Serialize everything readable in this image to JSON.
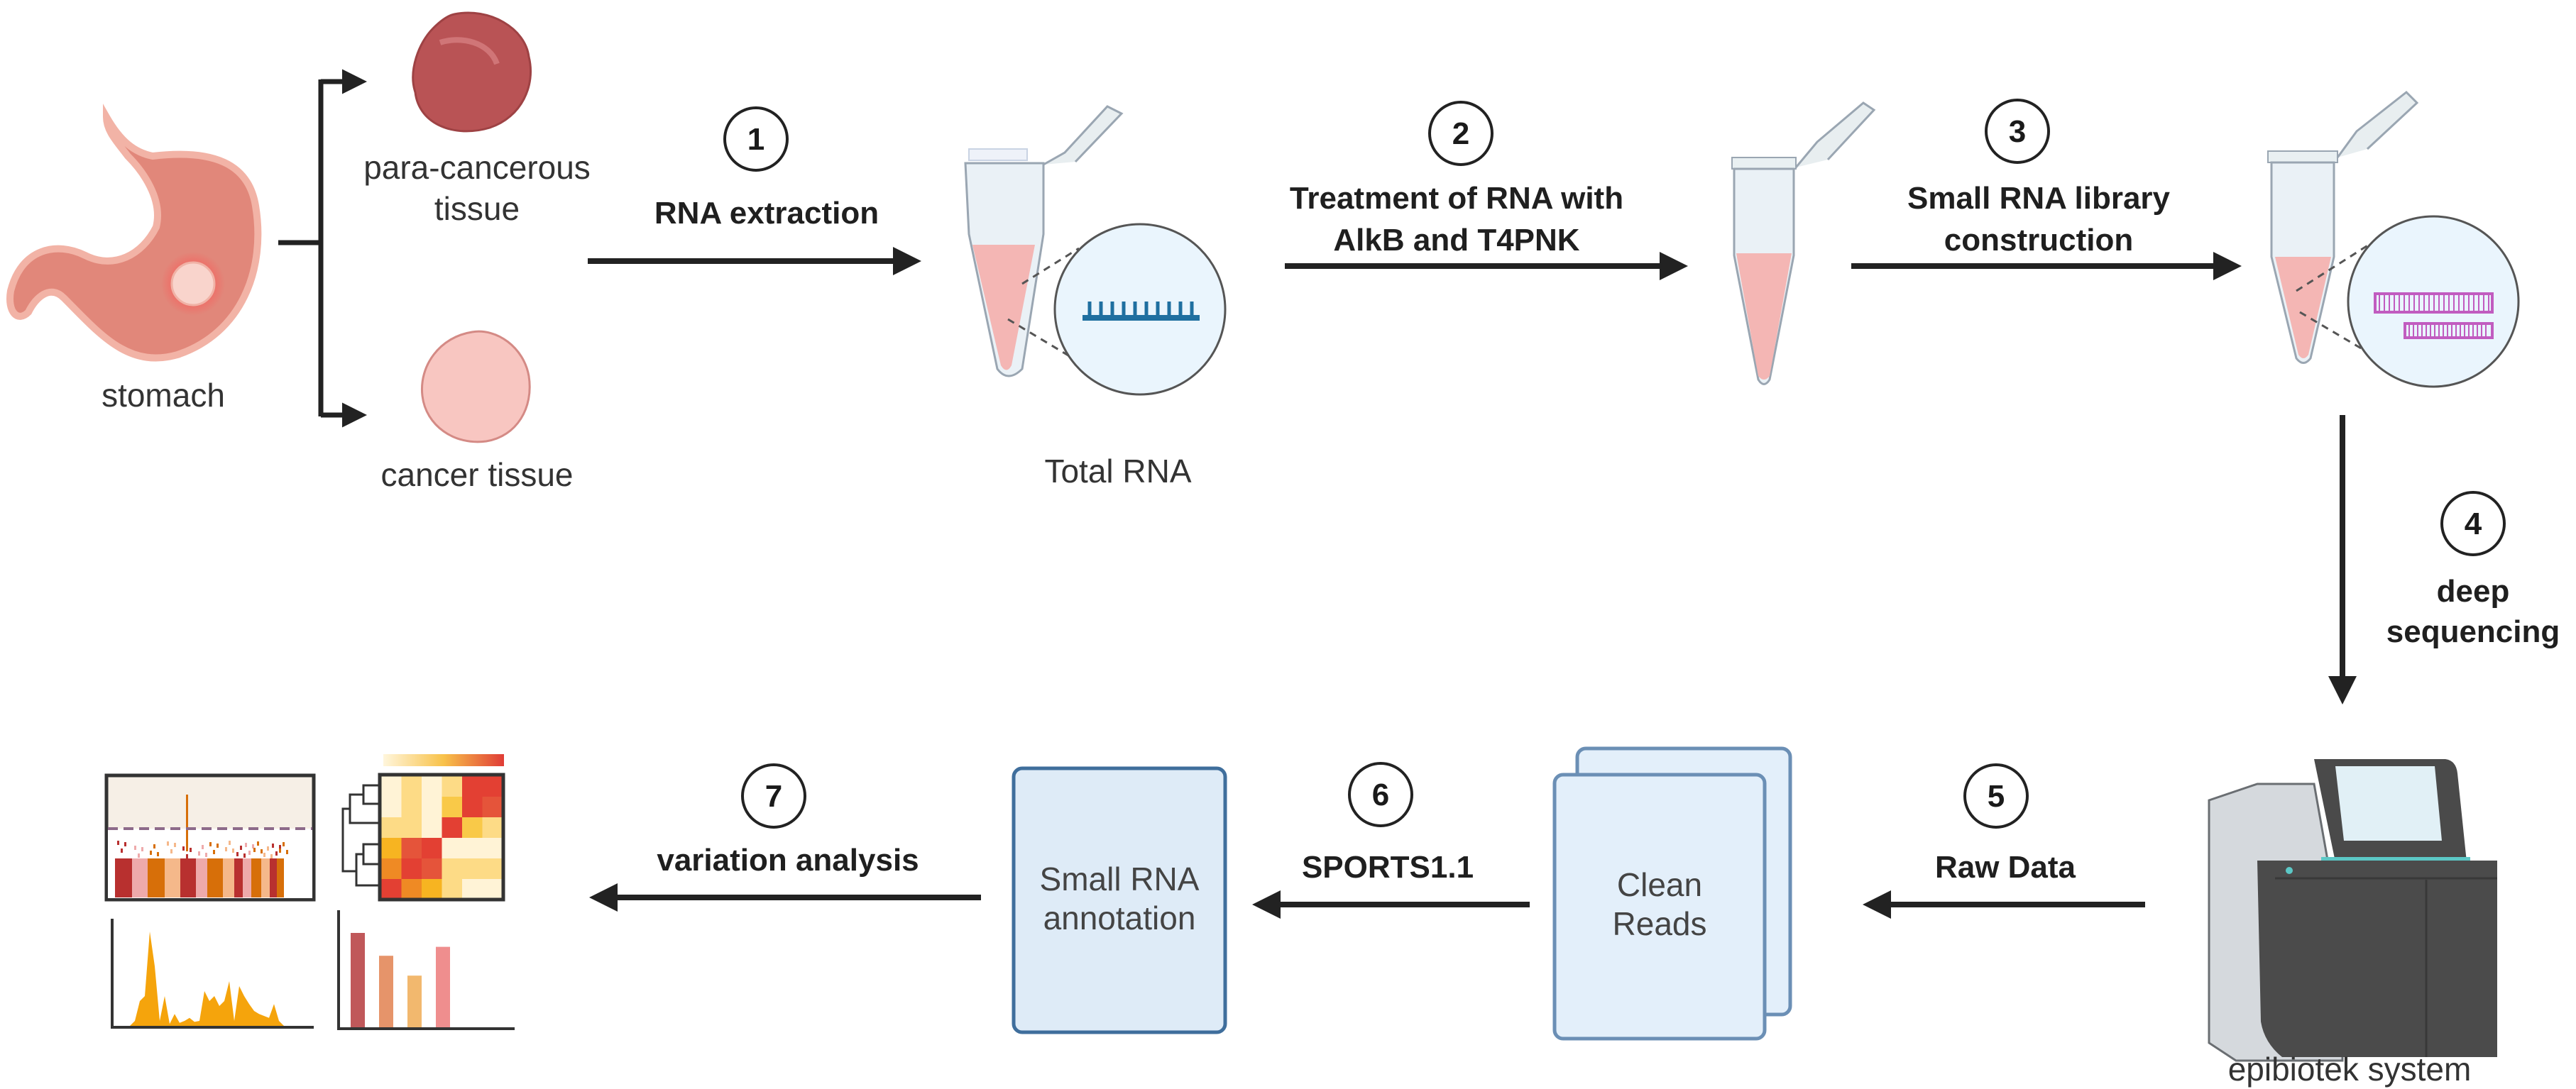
{
  "samples": {
    "source_label": "stomach",
    "branches": [
      {
        "label_lines": [
          "para-cancerous",
          "tissue"
        ]
      },
      {
        "label_lines": [
          "cancer tissue"
        ]
      }
    ]
  },
  "steps": [
    {
      "number": "1",
      "label_lines": [
        "RNA extraction"
      ]
    },
    {
      "number": "2",
      "label_lines": [
        "Treatment of RNA with",
        "AlkB and T4PNK"
      ]
    },
    {
      "number": "3",
      "label_lines": [
        "Small RNA library",
        "construction"
      ]
    },
    {
      "number": "4",
      "label_lines": [
        "deep",
        "sequencing"
      ]
    },
    {
      "number": "5",
      "label_lines": [
        "Raw Data"
      ]
    },
    {
      "number": "6",
      "label_lines": [
        "SPORTS1.1"
      ]
    },
    {
      "number": "7",
      "label_lines": [
        "variation analysis"
      ]
    }
  ],
  "nodes": {
    "total_rna": "Total RNA",
    "sequencer": "epibiotek system",
    "clean_reads": [
      "Clean",
      "Reads"
    ],
    "annotation": [
      "Small RNA",
      "annotation"
    ]
  },
  "colors": {
    "arrow": "#222222",
    "box_fill": "#deebf7",
    "box_stroke": "#4d7aa6",
    "liquid": "#f4b6b4",
    "rna_strand": "#1f6fa0",
    "library_strand": "#c15cc0",
    "tissue_para": "#b85456",
    "tissue_cancer": "#f6c1bc",
    "stomach": "#d9776b"
  },
  "analysis_thumbnails": {
    "bar_chart": {
      "values": [
        0.95,
        0.72,
        0.52,
        0.81
      ],
      "colors": [
        "#c0585a",
        "#e6946a",
        "#f2b86e",
        "#ef8e8e"
      ]
    }
  }
}
